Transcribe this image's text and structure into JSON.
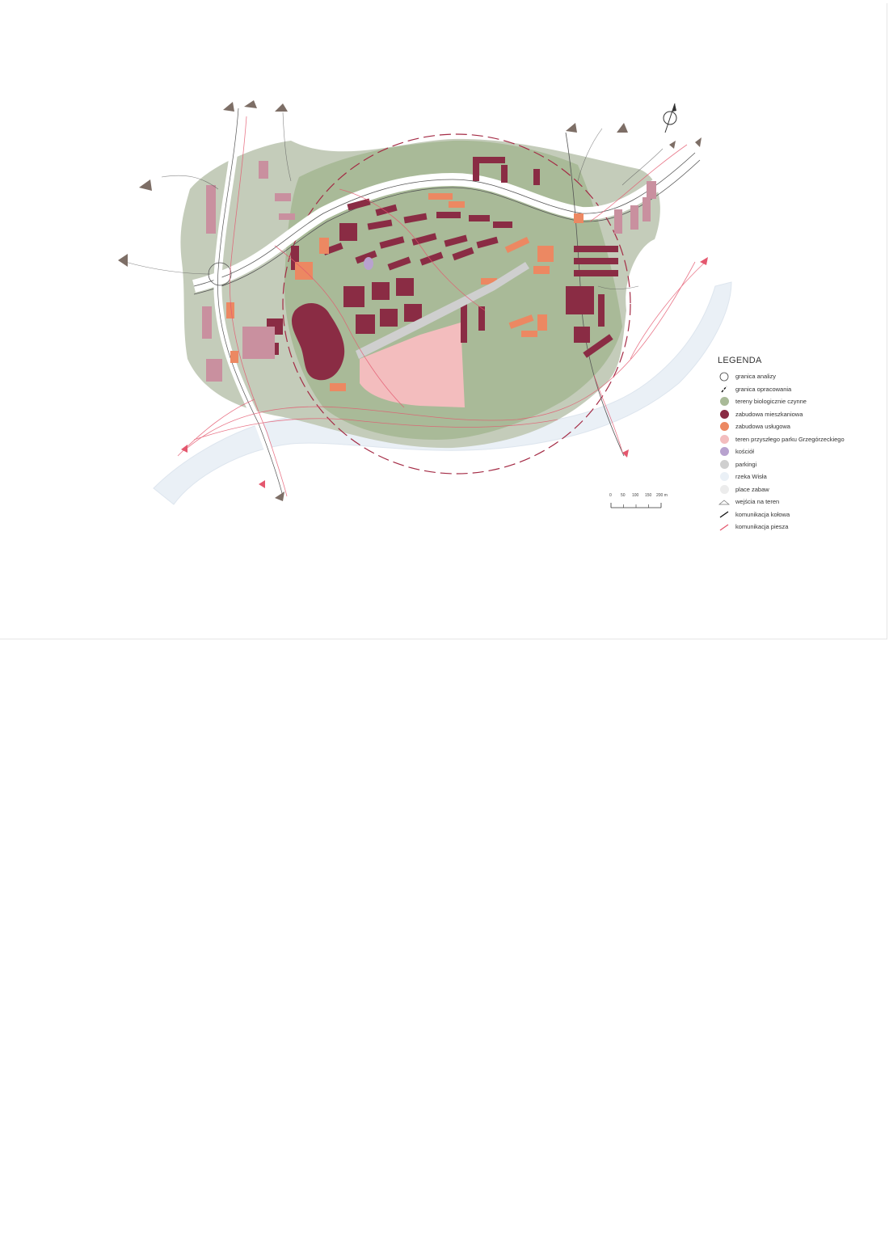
{
  "colors": {
    "green": "#a9ba98",
    "green_outer": "#c4ccba",
    "residential": "#8a2c44",
    "residential_outer": "#c9909f",
    "service": "#ec8862",
    "park": "#f3bdbe",
    "church": "#b8a2cf",
    "parking": "#cfcfcf",
    "river": "#eaf0f6",
    "playground": "#ececec",
    "road": "#4a4a4a",
    "path": "#e4576e"
  },
  "legend": {
    "title": "LEGENDA",
    "items": [
      {
        "label": "granica analizy",
        "symbol": "circle-outline"
      },
      {
        "label": "granica opracowania",
        "symbol": "dash-black"
      },
      {
        "label": "tereny biologicznie czynne",
        "symbol": "dot",
        "color": "#a9ba98"
      },
      {
        "label": "zabudowa mieszkaniowa",
        "symbol": "dot",
        "color": "#8a2c44"
      },
      {
        "label": "zabudowa usługowa",
        "symbol": "dot",
        "color": "#ec8862"
      },
      {
        "label": "teren przyszłego parku Grzegórzeckiego",
        "symbol": "dot",
        "color": "#f3bdbe"
      },
      {
        "label": "kościół",
        "symbol": "dot",
        "color": "#b8a2cf"
      },
      {
        "label": "parkingi",
        "symbol": "dot",
        "color": "#cfcfcf"
      },
      {
        "label": "rzeka Wisła",
        "symbol": "dot",
        "color": "#eaf0f6"
      },
      {
        "label": "place zabaw",
        "symbol": "dot",
        "color": "#ececec"
      },
      {
        "label": "wejścia na teren",
        "symbol": "triangle"
      },
      {
        "label": "komunikacja kołowa",
        "symbol": "line-black"
      },
      {
        "label": "komunikacja piesza",
        "symbol": "line-red"
      }
    ]
  },
  "scale_bar": {
    "labels": [
      "0",
      "50",
      "100",
      "150",
      "200 m"
    ]
  },
  "icons": {
    "compass": "north-arrow-icon"
  }
}
